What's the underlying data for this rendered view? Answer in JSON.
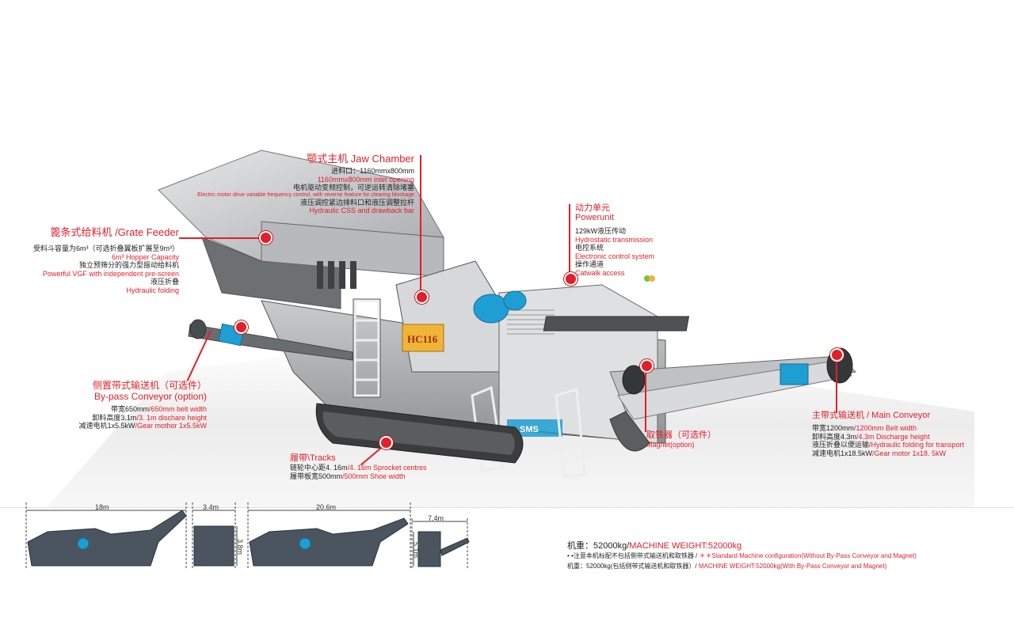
{
  "colors": {
    "accent_red": "#e0202a",
    "machine_blue": "#1f9ed4",
    "machine_grey": "#8a8d90",
    "dark_grey": "#45484b"
  },
  "machine": {
    "model_plate": "HC116",
    "brand_logo": "SMS",
    "icon_names": [
      "jaw-crusher-machine-illustration"
    ]
  },
  "jaw_chamber": {
    "title": "颚式主机 Jaw Chamber",
    "lines": [
      "进料口：1160mmx800mm",
      "1160mmx800mm inlet opening",
      "电机驱动变频控制，可逆运转清除堵塞",
      "Electric motor drive variable frequency control, with reverse feature for clearing blockage",
      "液压调控紧边排料口和液压调整拉杆",
      "Hydraulic CSS and drawback bar"
    ]
  },
  "power_unit": {
    "title_cn": "动力单元",
    "title_en": "Powerunit",
    "lines": [
      "129kW液压传动",
      "Hydrostatic transmission",
      "电控系统",
      "Electronic control system",
      "操作通道",
      "Catwalk access"
    ]
  },
  "grate_feeder": {
    "title": "篦条式给料机 /Grate Feeder",
    "lines": [
      "受料斗容量为6m³（可选折叠翼板扩展至9m³）",
      "6m³ Hopper Capacity",
      "独立预筛分的强力型振动给料机",
      "Powerful VGF with independent pre-screen",
      "液压折叠",
      "Hydraulic folding"
    ]
  },
  "bypass_conveyor": {
    "title_cn": "侧置带式输送机（可选件）",
    "title_en": "By-pass Conveyor (option)",
    "lines": [
      {
        "cn": "带宽650mm",
        "en": "/650mm belt width"
      },
      {
        "cn": "卸料高度3.1m",
        "en": "/3. 1m dischare height"
      },
      {
        "cn": "减速电机1x5.5kW",
        "en": "/Gear mothor 1x5.5kW"
      }
    ]
  },
  "tracks": {
    "title": "履带\\Tracks",
    "lines": [
      {
        "cn": "链轮中心距4. 16m",
        "en": "/4. 16m Sprocket centres"
      },
      {
        "cn": "履带板宽500mm",
        "en": "/500mm Shoe width"
      }
    ]
  },
  "magnet": {
    "title": "取铁器（可选件）",
    "subtitle": "Magnet(option)"
  },
  "main_conveyor": {
    "title": "主带式输送机 / Main Conveyor",
    "lines": [
      {
        "cn": "带宽1200mm",
        "en": "/1200mm Belt width"
      },
      {
        "cn": "卸料高度4.3m",
        "en": "/4.3m Discharge height"
      },
      {
        "cn": "液压折叠以便运输",
        "en": "/Hydraulic folding for transport"
      },
      {
        "cn": "减速电机1x18.5kW",
        "en": "/Gear motor 1x18. 5kW"
      }
    ]
  },
  "dimensions": {
    "working_length": "18m",
    "working_width": "3.4m",
    "working_height": "3.8m",
    "transport_length": "20.6m",
    "transport_width": "7.4m",
    "transport_height": "5.1m"
  },
  "weights": {
    "main_cn": "机重：52000kg/",
    "main_en": "MACHINE WEIGHT:52000kg",
    "note_cn": "• •注意本机标配不包括侧带式输送机和取铁器 / ",
    "note_en": "＊＊Standard Machine configuration(Without By-Pass Conveyor and Magnet)",
    "alt_cn": "机重：52000kg(包括侧带式输送机和取铁器）/ ",
    "alt_en": "MACHINE WEIGHT:52000kg(With By-Pass Conveyor and Magnet)"
  }
}
